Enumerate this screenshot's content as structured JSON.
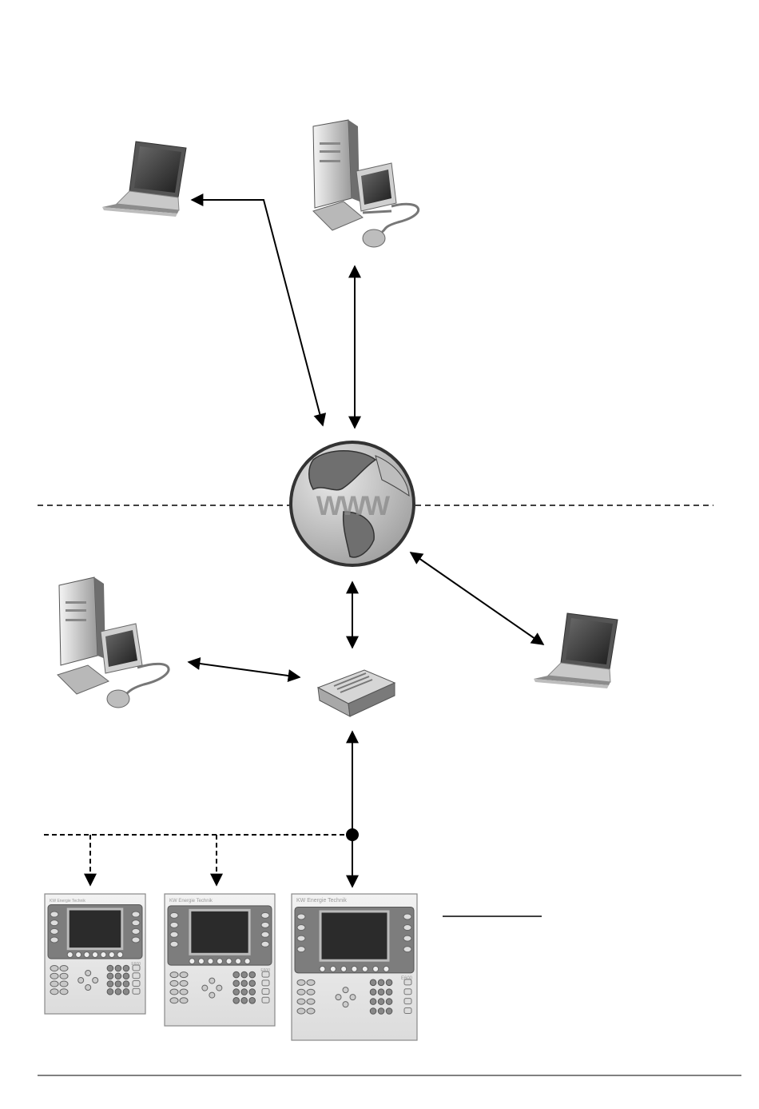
{
  "globe": {
    "label": "WWW"
  },
  "panels": [
    {
      "brand": "KW Energie Technik",
      "model": "E600",
      "variant": "small"
    },
    {
      "brand": "KW Energie Technik",
      "model": "E600",
      "variant": "medium"
    },
    {
      "brand": "KW Energie Technik",
      "model": "E600",
      "variant": "large"
    }
  ],
  "colors": {
    "line": "#000000",
    "device_gray": "#8a8a8a",
    "screen": "#2b2b2b"
  }
}
